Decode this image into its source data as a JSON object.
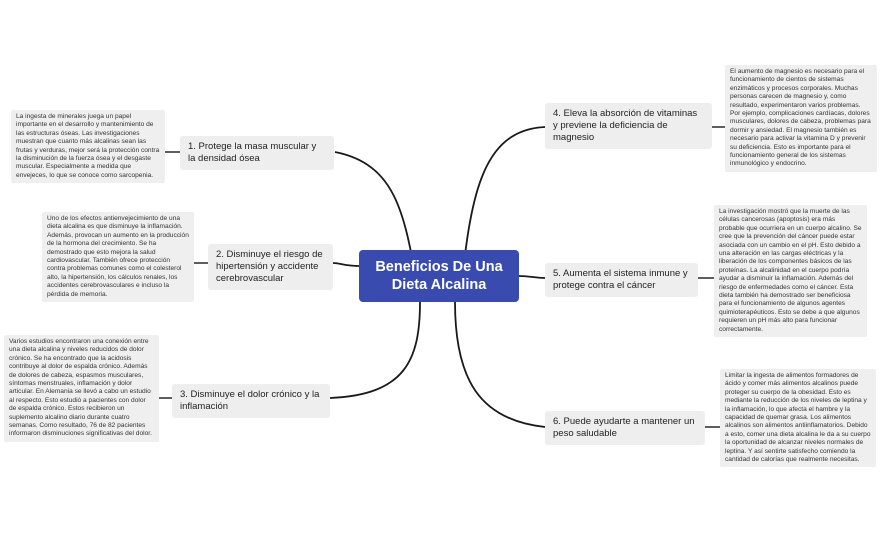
{
  "central_topic": "Beneficios De Una Dieta Alcalina",
  "branches": [
    {
      "label": "1. Protege la masa muscular y la densidad ósea",
      "note": "La ingesta de minerales juega un papel importante en el desarrollo y mantenimiento de las estructuras óseas. Las investigaciones muestran que cuanto más alcalinas sean las frutas y verduras, mejor será la protección contra la disminución de la fuerza ósea y el desgaste muscular. Especialmente a medida que envejeces, lo que se conoce como sarcopenia."
    },
    {
      "label": "2. Disminuye el riesgo de hipertensión y accidente cerebrovascular",
      "note": "Uno de los efectos antienvejecimiento de una dieta alcalina es que disminuye la inflamación. Además, provocan un aumento en la producción de la hormona del crecimiento. Se ha demostrado que esto mejora la salud cardiovascular. También ofrece protección contra problemas comunes como el colesterol alto, la hipertensión, los cálculos renales, los accidentes cerebrovasculares e incluso la pérdida de memoria."
    },
    {
      "label": "3. Disminuye el dolor crónico y la inflamación",
      "note": "Varios estudios encontraron una conexión entre una dieta alcalina y niveles reducidos de dolor crónico. Se ha encontrado que la acidosis contribuye al dolor de espalda crónico. Además de dolores de cabeza, espasmos musculares, síntomas menstruales, inflamación y dolor articular. En Alemania se llevó a cabo un estudio al respecto. Esto estudió a pacientes con dolor de espalda crónico. Estos recibieron un suplemento alcalino diario durante cuatro semanas. Como resultado, 76 de 82 pacientes informaron disminuciones significativas del dolor."
    },
    {
      "label": "4. Eleva la absorción de vitaminas y previene la deficiencia de magnesio",
      "note": "El aumento de magnesio es necesario para el funcionamiento de cientos de sistemas enzimáticos y procesos corporales. Muchas personas carecen de magnesio y, como resultado, experimentaron varios problemas. Por ejemplo, complicaciones cardíacas, dolores musculares, dolores de cabeza, problemas para dormir y ansiedad. El magnesio también es necesario para activar la vitamina D y prevenir su deficiencia. Esto es importante para el funcionamiento general de los sistemas inmunológico y endocrino."
    },
    {
      "label": "5. Aumenta el sistema inmune y protege contra el cáncer",
      "note": "La investigación mostró que la muerte de las células cancerosas (apoptosis) era más probable que ocurriera en un cuerpo alcalino. Se cree que la prevención del cáncer puede estar asociada con un cambio en el pH. Esto debido a una alteración en las cargas eléctricas y la liberación de los componentes básicos de las proteínas. La alcalinidad en el cuerpo podría ayudar a disminuir la inflamación. Además del riesgo de enfermedades como el cáncer. Esta dieta también ha demostrado ser beneficiosa para el funcionamiento de algunos agentes quimioterapéuticos. Esto se debe a que algunos requieren un pH más alto para funcionar correctamente."
    },
    {
      "label": "6. Puede ayudarte a mantener un peso saludable",
      "note": "Limitar la ingesta de alimentos formadores de ácido y comer más alimentos alcalinos puede proteger su cuerpo de la obesidad. Esto es mediante la reducción de los niveles de leptina y la inflamación, lo que afecta el hambre y la capacidad de quemar grasa. Los alimentos alcalinos son alimentos antiinflamatorios. Debido a esto, comer una dieta alcalina le da a su cuerpo la oportunidad de alcanzar niveles normales de leptina. Y así sentirte satisfecho comiendo la cantidad de calorías que realmente necesitas."
    }
  ],
  "colors": {
    "central": "#3a4bb0",
    "branch_bg": "#eeeeee",
    "note_bg": "#efefef",
    "link": "#1a1a1a"
  }
}
